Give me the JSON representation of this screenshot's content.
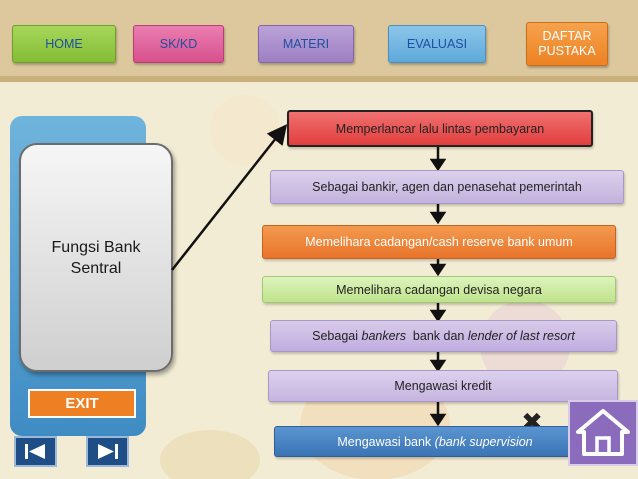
{
  "nav": {
    "home": "HOME",
    "skkd": "SK/KD",
    "materi": "MATERI",
    "evaluasi": "EVALUASI",
    "daftar_line1": "DAFTAR",
    "daftar_line2": "PUSTAKA"
  },
  "side": {
    "title_line1": "Fungsi Bank",
    "title_line2": "Sentral",
    "exit_label": "EXIT"
  },
  "flow": {
    "step1": "Memperlancar lalu lintas pembayaran",
    "step2": "Sebagai bankir, agen dan penasehat pemerintah",
    "step3": "Memelihara cadangan/cash reserve bank umum",
    "step4": "Memelihara cadangan devisa negara",
    "step5_prefix": "Sebagai ",
    "step5_italic1": "bankers",
    "step5_mid": "  bank dan ",
    "step5_italic2": "lender of last resort",
    "step6": "Mengawasi kredit",
    "step7_prefix": "Mengawasi bank ",
    "step7_italic": "(bank supervision"
  },
  "icons": {
    "previous": "skip-previous-icon",
    "next": "skip-next-icon",
    "home": "house-icon",
    "close": "close-icon"
  },
  "colors": {
    "nav_green": "#8dc63f",
    "nav_pink": "#e0609a",
    "nav_purple": "#a98bc9",
    "nav_blue": "#6cb3df",
    "nav_orange": "#f28c28",
    "exit_orange": "#ee8023",
    "step_red": "#e84b4b",
    "step_lilac": "#cbbce2",
    "step_orange": "#ee7f2d",
    "step_lightgreen": "#c9e89a",
    "step_blue": "#3f7fbf"
  }
}
